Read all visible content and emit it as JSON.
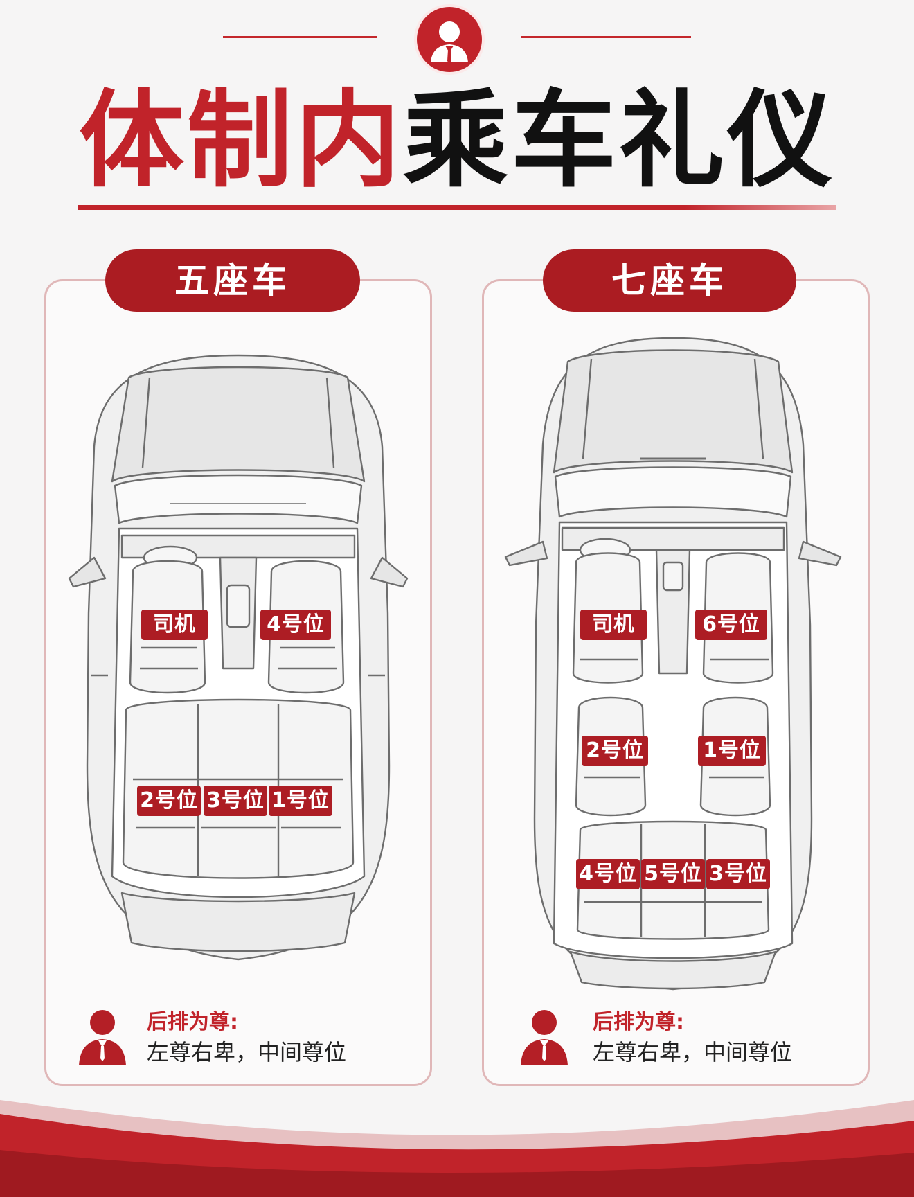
{
  "header": {
    "title_red": "体制内",
    "title_black": "乘车礼仪",
    "logo_icon": "businessman-icon"
  },
  "five_seat": {
    "label": "五座车",
    "seats": {
      "driver": "司机",
      "front_passenger": "4号位",
      "rear_left": "2号位",
      "rear_middle": "3号位",
      "rear_right": "1号位"
    },
    "rule_title": "后排为尊:",
    "rule_text": "左尊右卑，中间尊位"
  },
  "seven_seat": {
    "label": "七座车",
    "seats": {
      "driver": "司机",
      "front_passenger": "6号位",
      "middle_left": "2号位",
      "middle_right": "1号位",
      "rear_left": "4号位",
      "rear_middle": "5号位",
      "rear_right": "3号位"
    },
    "rule_title": "后排为尊:",
    "rule_text": "左尊右卑，中间尊位"
  },
  "colors": {
    "accent_red": "#c1232a",
    "tag_red": "#ad1d24",
    "background": "#f6f5f5"
  }
}
